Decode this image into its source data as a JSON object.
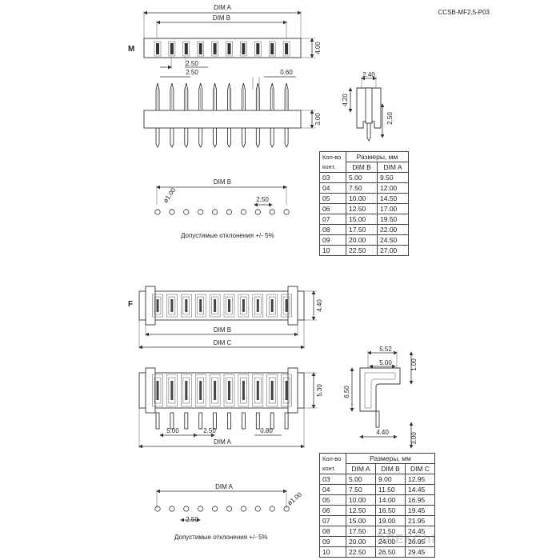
{
  "doc_code": "CCSB-MF2.5-P03",
  "section_m": {
    "label": "M",
    "dim_a": "DIM A",
    "dim_b": "DIM B",
    "height": "4.00",
    "pitch": "2.50",
    "pitch2": "2.50",
    "pin_width": "0.60",
    "pin_length": "3.00",
    "side_width": "2.40",
    "side_top": "4.20",
    "side_len": "2.50",
    "footprint_dim": "DIM B",
    "footprint_pitch": "2.50",
    "hole_dia": "ø1.00",
    "tolerance": "Допустимые отклонения +/- 5%"
  },
  "table_m": {
    "h_count": "Кол-во конт.",
    "h_sizes": "Размеры, мм",
    "h_b": "DIM B",
    "h_a": "DIM A",
    "rows": [
      [
        "03",
        "5.00",
        "9.50"
      ],
      [
        "04",
        "7.50",
        "12.00"
      ],
      [
        "05",
        "10.00",
        "14.50"
      ],
      [
        "06",
        "12.50",
        "17.00"
      ],
      [
        "07",
        "15.00",
        "19.50"
      ],
      [
        "08",
        "17.50",
        "22.00"
      ],
      [
        "09",
        "20.00",
        "24.50"
      ],
      [
        "10",
        "22.50",
        "27.00"
      ]
    ]
  },
  "section_f": {
    "label": "F",
    "height": "4.40",
    "dim_b": "DIM B",
    "dim_c": "DIM C",
    "height2": "5.30",
    "dim_500": "5.00",
    "pitch": "2.50",
    "pin": "0.80",
    "dim_a": "DIM A",
    "side_w1": "5.52",
    "side_w2": "5.00",
    "side_t": "1.00",
    "side_h": "6.50",
    "side_b": "4.40",
    "side_pin": "3.00",
    "footprint_dim": "DIM A",
    "footprint_pitch": "2.50",
    "hole_dia": "ø1.00",
    "tolerance": "Допустимые отклонения +/- 5%"
  },
  "table_f": {
    "h_count": "Кол-во конт.",
    "h_sizes": "Размеры, мм",
    "h_a": "DIM A",
    "h_b": "DIM B",
    "h_c": "DIM C",
    "rows": [
      [
        "03",
        "5.00",
        "9.00",
        "12.95"
      ],
      [
        "04",
        "7.50",
        "11.50",
        "14.45"
      ],
      [
        "05",
        "10.00",
        "14.00",
        "16.95"
      ],
      [
        "06",
        "12.50",
        "16.50",
        "19.45"
      ],
      [
        "07",
        "15.00",
        "19.00",
        "21.95"
      ],
      [
        "08",
        "17.50",
        "21.50",
        "24.45"
      ],
      [
        "09",
        "20.00",
        "24.00",
        "26.95"
      ],
      [
        "10",
        "22.50",
        "26.50",
        "29.45"
      ]
    ]
  },
  "watermark": "ЭЛЕКСhi"
}
